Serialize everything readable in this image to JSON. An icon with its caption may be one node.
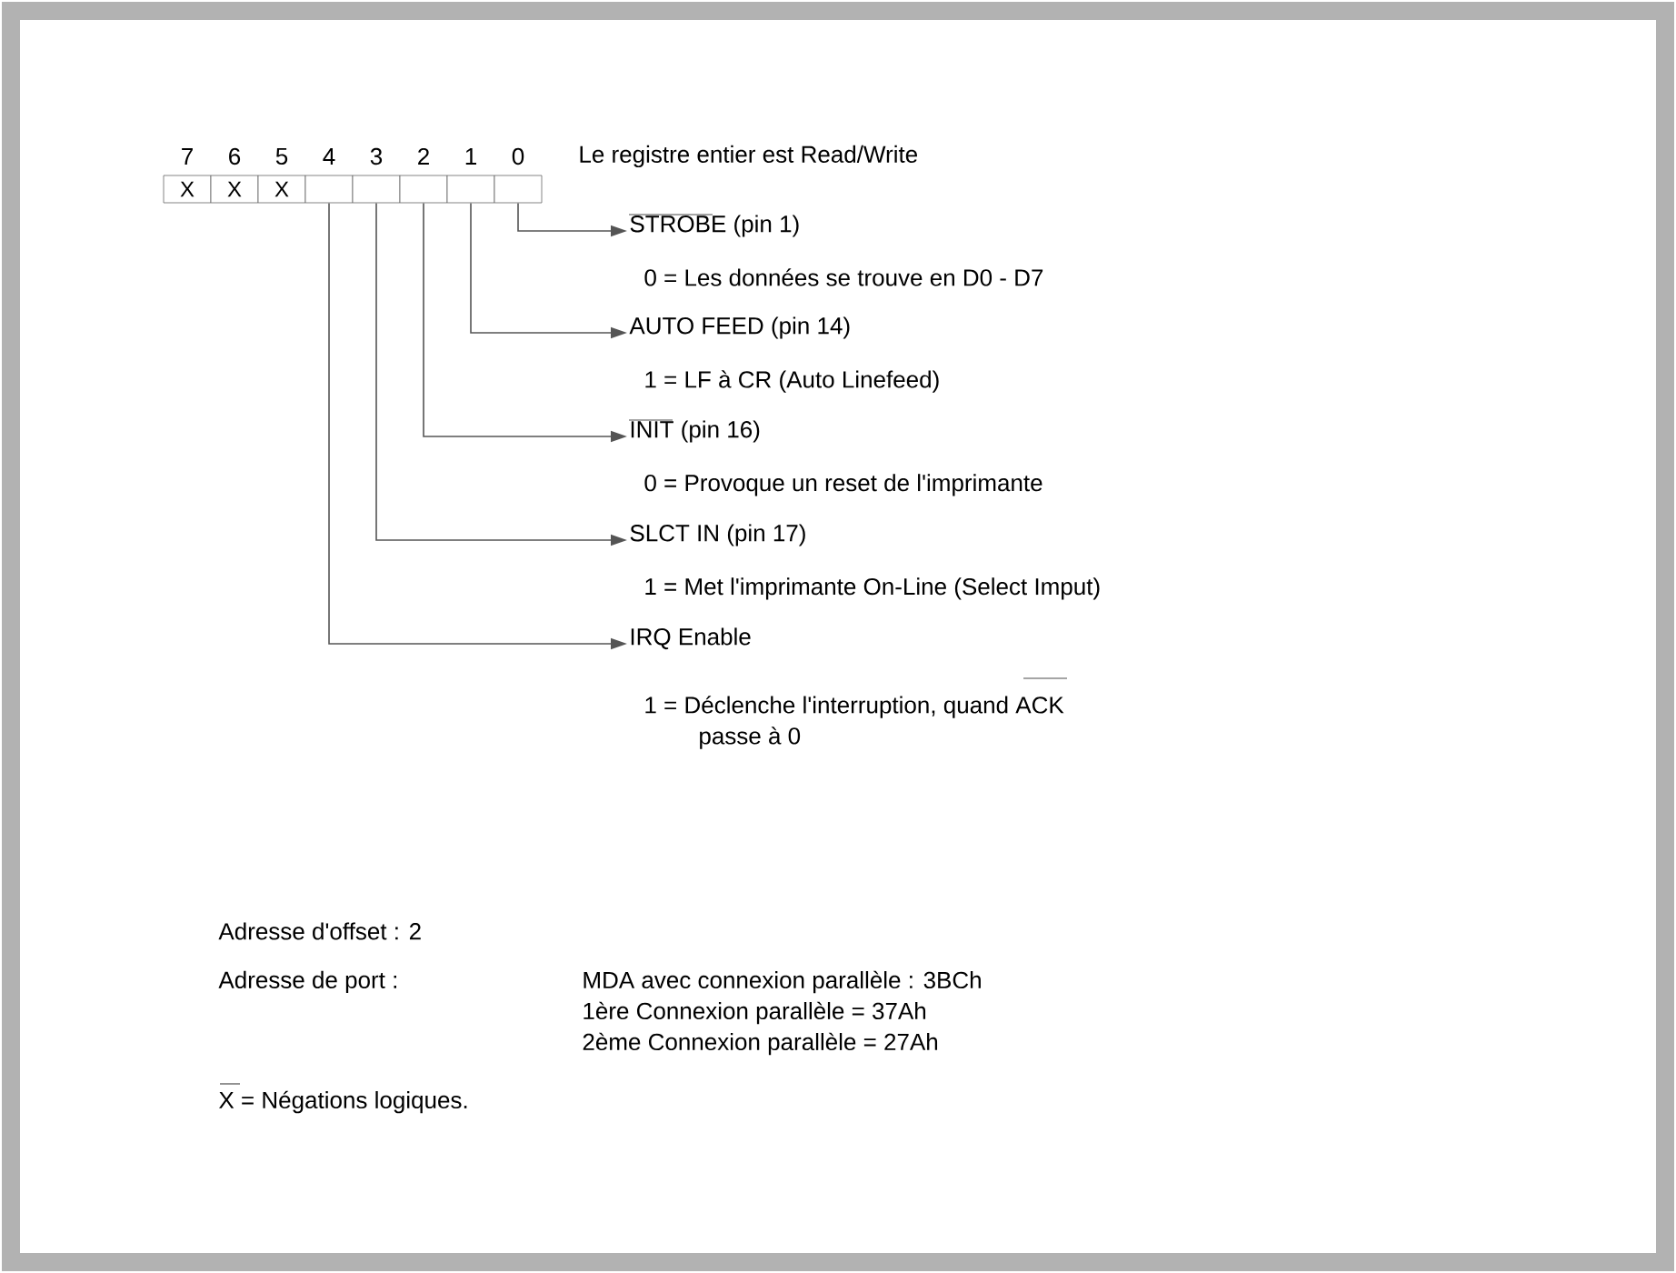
{
  "diagram": {
    "nodes": [
      {
        "text": [
          "X"
        ]
      },
      {
        "text": [
          "X"
        ]
      },
      {
        "text": [
          "X"
        ]
      },
      {
        "text": [],
        "shape": "box"
      },
      {
        "text": [],
        "shape": "box"
      },
      {
        "text": [],
        "shape": "box"
      },
      {
        "text": [],
        "shape": "box"
      },
      {
        "text": [],
        "shape": "box"
      },
      {
        "text": [
          "STROBE (pin 1)",
          "0 = Les données se trouve en D0 - D7"
        ]
      },
      {
        "text": [
          "AUTO FEED (pin 14)",
          "1 = LF à CR (Auto Linefeed)"
        ]
      },
      {
        "text": [
          "INIT (pin 16)",
          "0 = Provoque un reset de l'imprimante"
        ]
      },
      {
        "text": [
          "SLCT IN (pin 17)",
          "1 = Met l'imprimante On-Line (Select Imput)"
        ]
      },
      {
        "text": [
          "IRQ Enable",
          "1 = Déclenche l'interruption, quand ACK passe à 0"
        ]
      }
    ],
    "edges": [
      {
        "from": 7,
        "to": 8,
        "arrow": "to"
      },
      {
        "from": 6,
        "to": 9,
        "arrow": "to"
      },
      {
        "from": 5,
        "to": 10,
        "arrow": "to"
      },
      {
        "from": 4,
        "to": 11,
        "arrow": "to"
      },
      {
        "from": 3,
        "to": 12,
        "arrow": "to"
      }
    ],
    "labels": [
      "7",
      "6",
      "5",
      "4",
      "3",
      "2",
      "1",
      "0",
      "Le registre entier est Read/Write",
      "Adresse d'offset : 2",
      "Adresse de port :",
      "MDA avec connexion parallèle : 3BCh",
      "1ère Connexion parallèle = 37Ah",
      "2ème Connexion parallèle = 27Ah",
      "X = Négations logiques."
    ]
  }
}
